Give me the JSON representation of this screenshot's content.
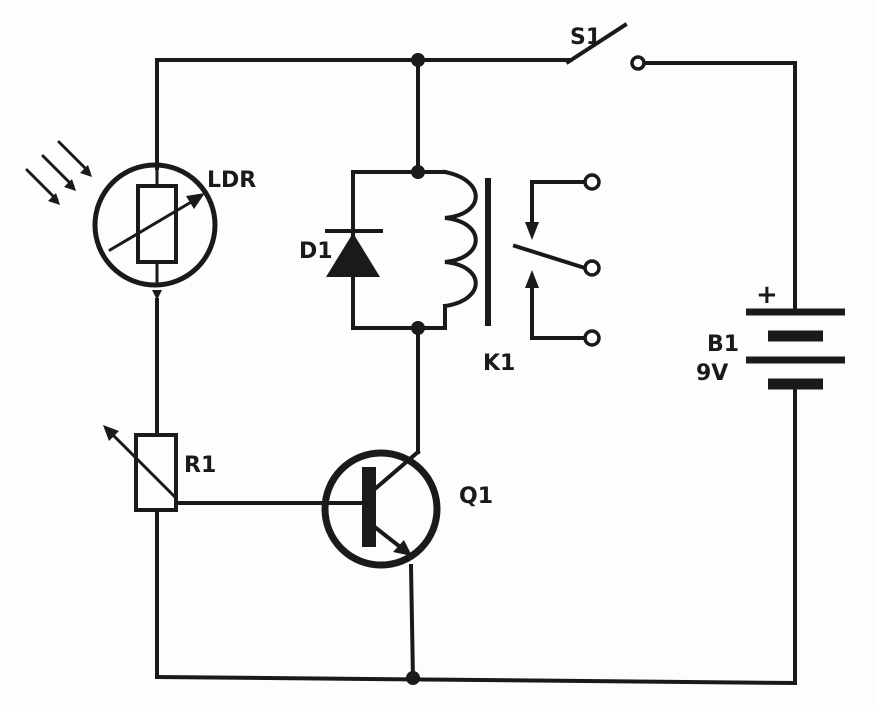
{
  "labels": {
    "switch": "S1",
    "ldr": "LDR",
    "diode": "D1",
    "relay": "K1",
    "battery": "B1",
    "battery_voltage": "9V",
    "battery_polarity": "+",
    "trimmer": "R1",
    "transistor": "Q1"
  },
  "icons": [
    "light-rays-icon",
    "ldr-icon",
    "diode-icon",
    "relay-coil-icon",
    "relay-contact-icon",
    "switch-icon",
    "battery-icon",
    "variable-resistor-icon",
    "npn-transistor-icon"
  ]
}
